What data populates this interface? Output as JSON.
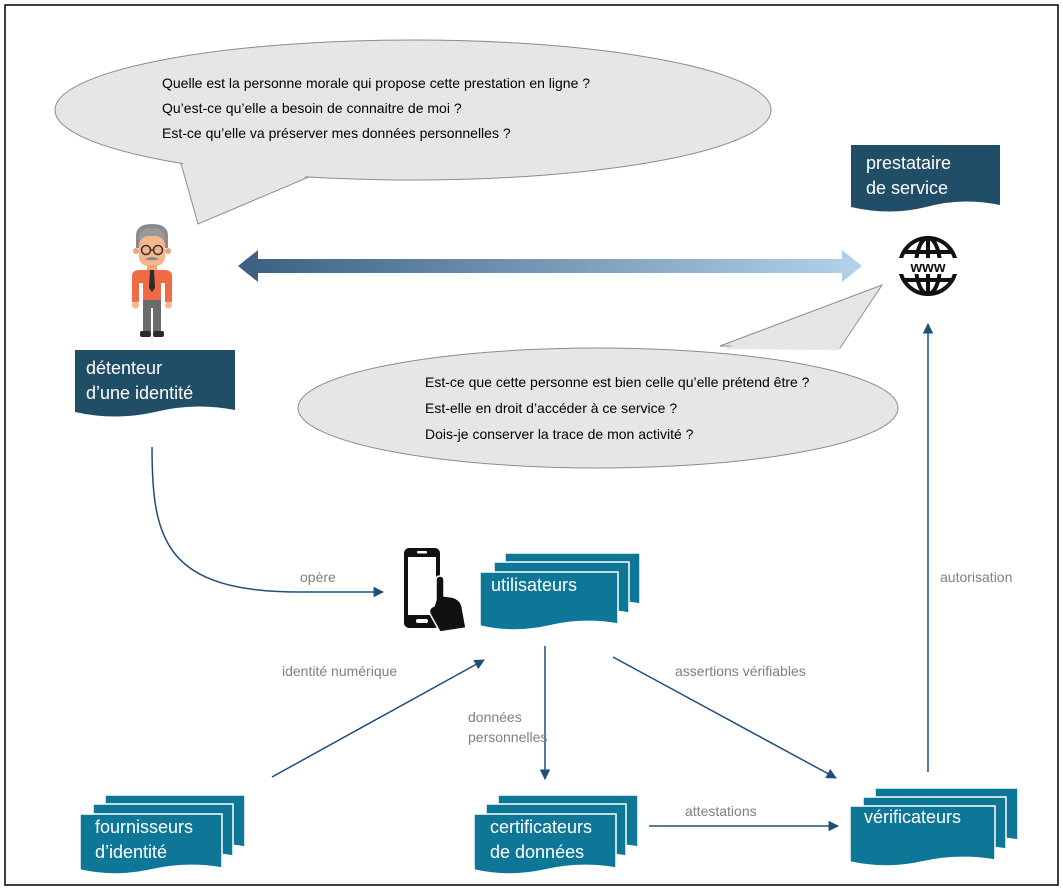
{
  "bubble_top": {
    "lines": [
      "Quelle est la personne morale qui propose cette prestation en ligne ?",
      "Qu’est-ce qu’elle a besoin de connaitre de moi ?",
      "Est-ce qu’elle va préserver mes données personnelles ?"
    ]
  },
  "bubble_bottom": {
    "lines": [
      "Est-ce que cette personne est bien celle qu’elle prétend être ?",
      "Est-elle en droit d’accéder à ce service ?",
      "Dois-je conserver la trace de mon activité ?"
    ]
  },
  "nodes": {
    "prestataire": [
      "prestataire",
      "de service"
    ],
    "detenteur": [
      "détenteur",
      "d’une identité"
    ],
    "utilisateurs": [
      "utilisateurs"
    ],
    "fournisseurs": [
      "fournisseurs",
      "d’identité"
    ],
    "certificateurs": [
      "certificateurs",
      "de données"
    ],
    "verificateurs": [
      "vérificateurs"
    ]
  },
  "edges": {
    "opere": "opère",
    "identite_numerique": "identité numérique",
    "donnees_personnelles": [
      "données",
      "personnelles"
    ],
    "assertions_verifiables": "assertions vérifiables",
    "attestations": "attestations",
    "autorisation": "autorisation"
  },
  "icons": {
    "www": "www"
  },
  "colors": {
    "dark_teal": "#1f4e66",
    "teal": "#0e7797",
    "arrow": "#1f4e79",
    "label": "#7f7f7f",
    "bubble": "#e6e6e6"
  }
}
